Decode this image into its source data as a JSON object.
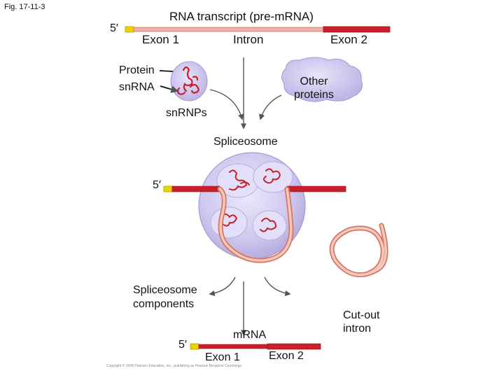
{
  "figure": {
    "fig_label": "Fig. 17-11-3",
    "title": "RNA transcript (pre-mRNA)",
    "five_prime": "5′",
    "exon1": "Exon 1",
    "intron": "Intron",
    "exon2": "Exon 2",
    "protein": "Protein",
    "snrna": "snRNA",
    "other_proteins": "Other\nproteins",
    "snrnps": "snRNPs",
    "spliceosome": "Spliceosome",
    "spliceosome_components": "Spliceosome\ncomponents",
    "cut_out_intron": "Cut-out\nintron",
    "mrna": "mRNA",
    "copyright": "Copyright © 2008 Pearson Education, Inc., publishing as Pearson Benjamin Cummings"
  },
  "colors": {
    "exon1": "#e8d400",
    "exon2": "#c8202a",
    "intron": "#e8b0a8",
    "intron_stroke": "#d87560",
    "snrnp_fill": "#cfc8ec",
    "snrnp_stroke": "#a89ad8",
    "rna_red": "#c8202a",
    "arrow": "#555555"
  }
}
